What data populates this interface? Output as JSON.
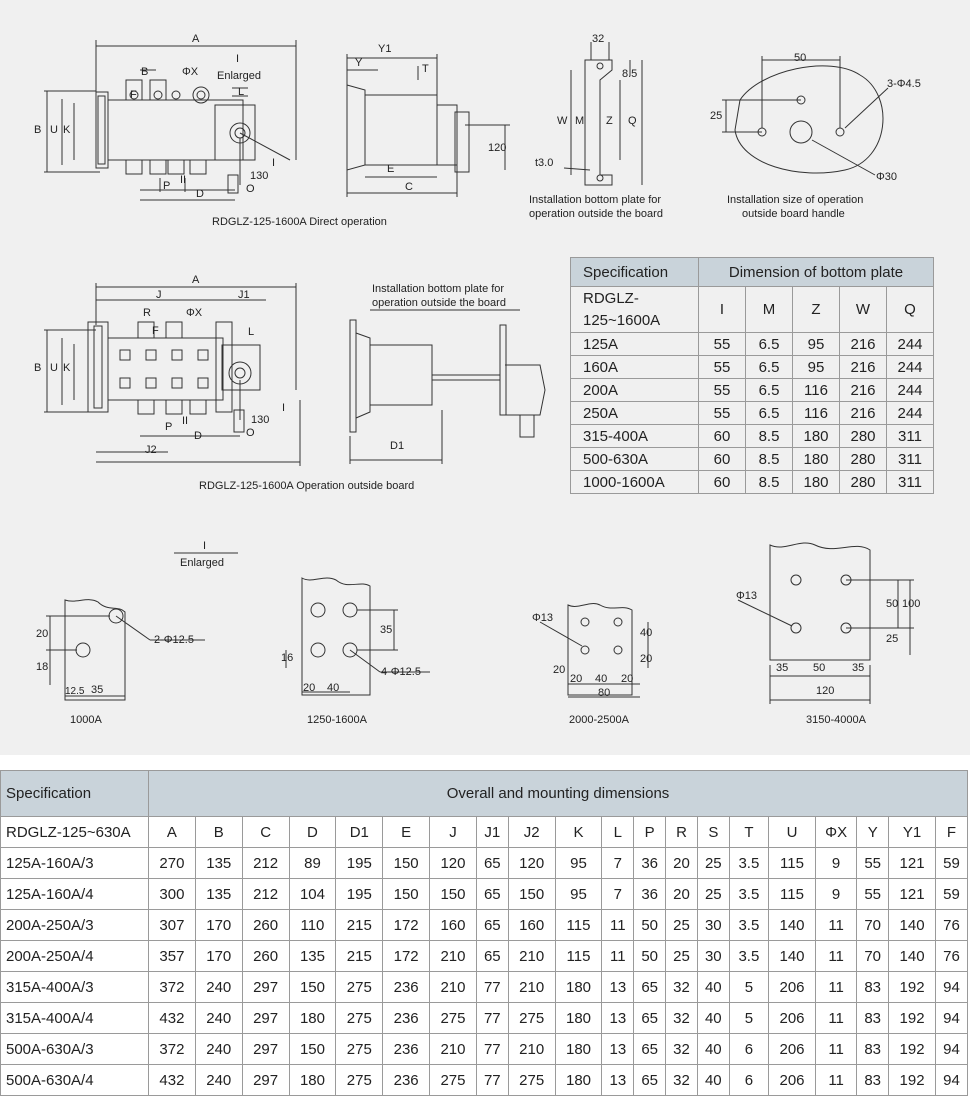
{
  "diagrams": {
    "direct": {
      "caption": "RDGLZ-125-1600A Direct operation",
      "labels": [
        "A",
        "I",
        "B",
        "ΦX",
        "Enlarged",
        "L",
        "F",
        "B",
        "U",
        "K",
        "P",
        "II",
        "D",
        "O",
        "130",
        "I"
      ]
    },
    "side_view": {
      "labels": [
        "Y1",
        "Y",
        "T",
        "E",
        "C",
        "120"
      ]
    },
    "bottom_plate_direct": {
      "caption_line1": "Installation bottom plate for",
      "caption_line2": "operation outside the board",
      "labels": [
        "32",
        "8.5",
        "W",
        "M",
        "Z",
        "Q",
        "t3.0"
      ]
    },
    "handle": {
      "caption_line1": "Installation size of operation",
      "caption_line2": "outside board handle",
      "labels": [
        "50",
        "3-Φ4.5",
        "25",
        "Φ30"
      ]
    },
    "outside": {
      "caption": "RDGLZ-125-1600A Operation outside board",
      "labels": [
        "A",
        "J",
        "J1",
        "R",
        "ΦX",
        "L",
        "F",
        "B",
        "U",
        "K",
        "P",
        "II",
        "D",
        "J2",
        "O",
        "130",
        "I"
      ]
    },
    "outside_side": {
      "caption_line1": "Installation bottom plate for",
      "caption_line2": "operation outside the board",
      "labels": [
        "D1"
      ]
    },
    "enlarged": {
      "title_top": "I",
      "title_bottom": "Enlarged",
      "d1000": {
        "caption": "1000A",
        "labels": [
          "20",
          "18",
          "2-Φ12.5",
          "12.5",
          "35"
        ]
      },
      "d1250": {
        "caption": "1250-1600A",
        "labels": [
          "35",
          "16",
          "4-Φ12.5",
          "20",
          "40"
        ]
      },
      "d2000": {
        "caption": "2000-2500A",
        "labels": [
          "Φ13",
          "40",
          "20",
          "20",
          "20",
          "40",
          "20",
          "80"
        ]
      },
      "d3150": {
        "caption": "3150-4000A",
        "labels": [
          "Φ13",
          "50",
          "100",
          "25",
          "35",
          "50",
          "35",
          "120"
        ]
      }
    }
  },
  "bottom_plate_table": {
    "header_spec": "Specification",
    "header_title": "Dimension of bottom plate",
    "model": "RDGLZ-125~1600A",
    "columns": [
      "I",
      "M",
      "Z",
      "W",
      "Q"
    ],
    "rows": [
      {
        "spec": "125A",
        "values": [
          "55",
          "6.5",
          "95",
          "216",
          "244"
        ]
      },
      {
        "spec": "160A",
        "values": [
          "55",
          "6.5",
          "95",
          "216",
          "244"
        ]
      },
      {
        "spec": "200A",
        "values": [
          "55",
          "6.5",
          "116",
          "216",
          "244"
        ]
      },
      {
        "spec": "250A",
        "values": [
          "55",
          "6.5",
          "116",
          "216",
          "244"
        ]
      },
      {
        "spec": "315-400A",
        "values": [
          "60",
          "8.5",
          "180",
          "280",
          "311"
        ]
      },
      {
        "spec": "500-630A",
        "values": [
          "60",
          "8.5",
          "180",
          "280",
          "311"
        ]
      },
      {
        "spec": "1000-1600A",
        "values": [
          "60",
          "8.5",
          "180",
          "280",
          "311"
        ]
      }
    ]
  },
  "overall_table": {
    "header_spec": "Specification",
    "header_title": "Overall and mounting dimensions",
    "model": "RDGLZ-125~630A",
    "columns": [
      "A",
      "B",
      "C",
      "D",
      "D1",
      "E",
      "J",
      "J1",
      "J2",
      "K",
      "L",
      "P",
      "R",
      "S",
      "T",
      "U",
      "ΦX",
      "Y",
      "Y1",
      "F"
    ],
    "rows": [
      {
        "spec": "125A-160A/3",
        "values": [
          "270",
          "135",
          "212",
          "89",
          "195",
          "150",
          "120",
          "65",
          "120",
          "95",
          "7",
          "36",
          "20",
          "25",
          "3.5",
          "115",
          "9",
          "55",
          "121",
          "59"
        ]
      },
      {
        "spec": "125A-160A/4",
        "values": [
          "300",
          "135",
          "212",
          "104",
          "195",
          "150",
          "150",
          "65",
          "150",
          "95",
          "7",
          "36",
          "20",
          "25",
          "3.5",
          "115",
          "9",
          "55",
          "121",
          "59"
        ]
      },
      {
        "spec": "200A-250A/3",
        "values": [
          "307",
          "170",
          "260",
          "110",
          "215",
          "172",
          "160",
          "65",
          "160",
          "115",
          "11",
          "50",
          "25",
          "30",
          "3.5",
          "140",
          "11",
          "70",
          "140",
          "76"
        ]
      },
      {
        "spec": "200A-250A/4",
        "values": [
          "357",
          "170",
          "260",
          "135",
          "215",
          "172",
          "210",
          "65",
          "210",
          "115",
          "11",
          "50",
          "25",
          "30",
          "3.5",
          "140",
          "11",
          "70",
          "140",
          "76"
        ]
      },
      {
        "spec": "315A-400A/3",
        "values": [
          "372",
          "240",
          "297",
          "150",
          "275",
          "236",
          "210",
          "77",
          "210",
          "180",
          "13",
          "65",
          "32",
          "40",
          "5",
          "206",
          "11",
          "83",
          "192",
          "94"
        ]
      },
      {
        "spec": "315A-400A/4",
        "values": [
          "432",
          "240",
          "297",
          "180",
          "275",
          "236",
          "275",
          "77",
          "275",
          "180",
          "13",
          "65",
          "32",
          "40",
          "5",
          "206",
          "11",
          "83",
          "192",
          "94"
        ]
      },
      {
        "spec": "500A-630A/3",
        "values": [
          "372",
          "240",
          "297",
          "150",
          "275",
          "236",
          "210",
          "77",
          "210",
          "180",
          "13",
          "65",
          "32",
          "40",
          "6",
          "206",
          "11",
          "83",
          "192",
          "94"
        ]
      },
      {
        "spec": "500A-630A/4",
        "values": [
          "432",
          "240",
          "297",
          "180",
          "275",
          "236",
          "275",
          "77",
          "275",
          "180",
          "13",
          "65",
          "32",
          "40",
          "6",
          "206",
          "11",
          "83",
          "192",
          "94"
        ]
      }
    ]
  }
}
